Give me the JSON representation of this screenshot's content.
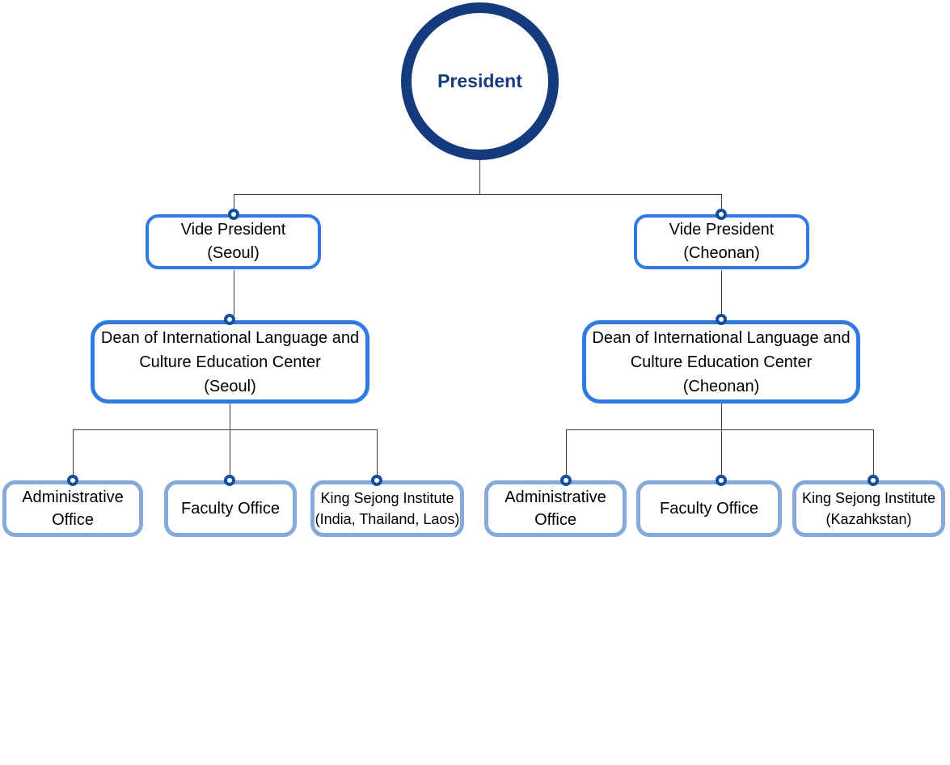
{
  "colors": {
    "navy": "#153a7d",
    "accent-blue": "#2e7ce2",
    "soft-blue": "#84a9da",
    "node-ring": "#164f9e",
    "line": "#3f3f3f",
    "text": "#000000",
    "bg": "#ffffff"
  },
  "org": {
    "president": {
      "label": "President"
    },
    "seoul": {
      "vice_president": {
        "lines": [
          "Vide President",
          "(Seoul)"
        ]
      },
      "dean": {
        "lines": [
          "Dean of International Language and",
          "Culture Education Center",
          "(Seoul)"
        ]
      },
      "departments": [
        {
          "lines": [
            "Administrative",
            "Office"
          ]
        },
        {
          "lines": [
            "Faculty Office"
          ]
        },
        {
          "lines": [
            "King Sejong Institute",
            "(India, Thailand, Laos)"
          ]
        }
      ]
    },
    "cheonan": {
      "vice_president": {
        "lines": [
          "Vide President",
          "(Cheonan)"
        ]
      },
      "dean": {
        "lines": [
          "Dean of International Language and",
          "Culture Education Center",
          "(Cheonan)"
        ]
      },
      "departments": [
        {
          "lines": [
            "Administrative",
            "Office"
          ]
        },
        {
          "lines": [
            "Faculty Office"
          ]
        },
        {
          "lines": [
            "King Sejong Institute",
            "(Kazahkstan)"
          ]
        }
      ]
    }
  }
}
